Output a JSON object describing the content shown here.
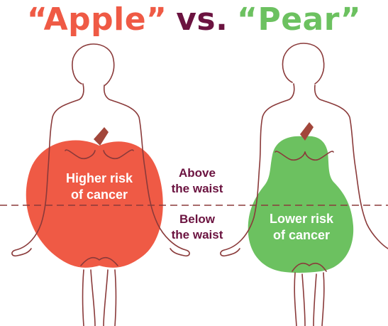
{
  "title": {
    "apple_word": "“Apple”",
    "vs_word": "vs.",
    "pear_word": "“Pear”"
  },
  "apple_label": {
    "line1": "Higher risk",
    "line2": "of cancer"
  },
  "pear_label": {
    "line1": "Lower risk",
    "line2": "of cancer"
  },
  "above_label": {
    "line1": "Above",
    "line2": "the waist"
  },
  "below_label": {
    "line1": "Below",
    "line2": "the waist"
  },
  "colors": {
    "apple": "#ef5a45",
    "pear": "#6cc160",
    "vs": "#6b1340",
    "outline": "#8a3a3a",
    "stem": "#a2463a",
    "divider": "#8a3a3a",
    "label_dark": "#6b1340"
  }
}
